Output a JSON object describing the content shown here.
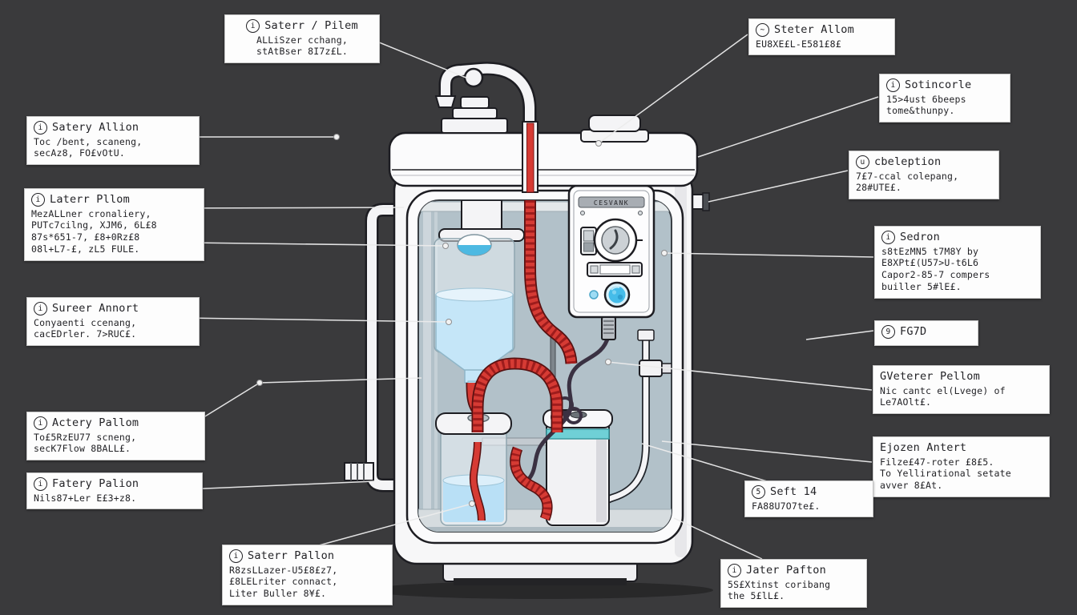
{
  "diagram_title": "Water purifier cutaway diagram with callout labels",
  "colors": {
    "background": "#3a3a3c",
    "box_bg": "#fdfdfd",
    "box_border": "#c6c6c6",
    "text": "#232327",
    "leader": "#ececec",
    "machine_white": "#f7f7f8",
    "glass_interior": "#b2c1c9",
    "water_blue": "#c5e6f8",
    "tube_red": "#d63b34",
    "teal_band": "#6fd0d6",
    "button_blue": "#45bce9"
  },
  "machine": {
    "panel_brand": "CESVANK"
  },
  "labels": [
    {
      "badge": "i",
      "title": "Saterr / Pilem",
      "lines": [
        "ALLiSzer cchang,",
        "stAtBser 8I7z£L."
      ]
    },
    {
      "badge": "i",
      "title": "Satery Allion",
      "lines": [
        "Toc /bent, scaneng,",
        "secAz8, FO£vOtU."
      ]
    },
    {
      "badge": "i",
      "title": "Laterr Pllom",
      "lines": [
        "MezALLner cronaliery,",
        "PUTc7cilng, XJM6, 6L£8",
        "87s*651-7, £8+0Rz£8",
        "08l+L7-£, zL5 FULE."
      ]
    },
    {
      "badge": "i",
      "title": "Sureer Annort",
      "lines": [
        "Conyaenti ccenang,",
        "cacEDrler. 7>RUC£."
      ]
    },
    {
      "badge": "i",
      "title": "Actery Pallom",
      "lines": [
        "To£5RzEU77 scneng,",
        "secK7Flow 8BALL£."
      ]
    },
    {
      "badge": "i",
      "title": "Fatery Palion",
      "lines": [
        "Nils87+Ler E£3+z8."
      ]
    },
    {
      "badge": "i",
      "title": "Saterr Pallon",
      "lines": [
        "R8zsLLazer-U5£8£z7,",
        "£8LELriter connact,",
        "Liter Buller 8¥£."
      ]
    },
    {
      "badge": "~",
      "title": "Steter Allom",
      "lines": [
        "EU8XE£L-E581£8£"
      ]
    },
    {
      "badge": "i",
      "title": "Sotincorle",
      "lines": [
        "15>4ust 6beeps",
        "tome&thunpy."
      ]
    },
    {
      "badge": "u",
      "title": "cbeleption",
      "lines": [
        "7£7-ccal colepang,",
        "28#UTE£."
      ]
    },
    {
      "badge": "i",
      "title": "Sedron",
      "lines": [
        "s8tEzMN5 t7M8Y by",
        "E8XPt£(U57>U-t6L6",
        "Capor2-85-7 compers",
        "builler 5#lE£."
      ]
    },
    {
      "badge": "9",
      "title": "FG7D",
      "lines": []
    },
    {
      "badge": "",
      "title": "GVeterer Pellom",
      "lines": [
        "Nic cantc el(Lvege) of",
        "Le7AOlt£."
      ]
    },
    {
      "badge": "",
      "title": "Ejozen Antert",
      "lines": [
        "Filze£47-roter £8£5.",
        "To Yellirational setate",
        "avver 8£At."
      ]
    },
    {
      "badge": "5",
      "title": "Seft 14",
      "lines": [
        "FA88U7O7te£."
      ]
    },
    {
      "badge": "i",
      "title": "Jater Pafton",
      "lines": [
        "5S£Xtinst coribang",
        "the 5£lL£."
      ]
    }
  ]
}
